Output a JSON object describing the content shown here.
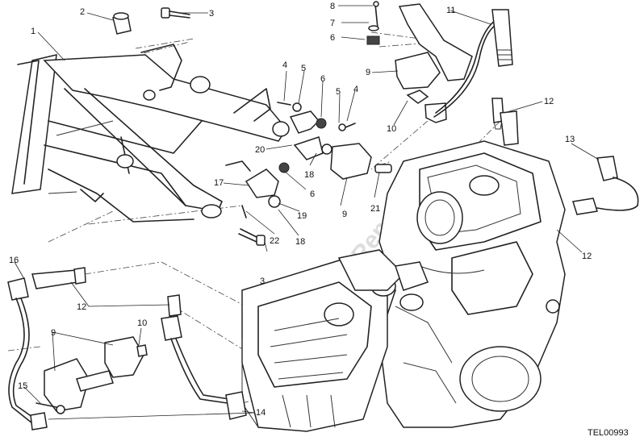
{
  "diagram": {
    "reference_code": "TEL00993",
    "watermark": "PartsRepublik",
    "callouts": [
      "1",
      "2",
      "3",
      "4",
      "5",
      "6",
      "7",
      "8",
      "9",
      "10",
      "11",
      "12",
      "13",
      "14",
      "15",
      "16",
      "17",
      "18",
      "19",
      "20",
      "21",
      "22"
    ]
  }
}
